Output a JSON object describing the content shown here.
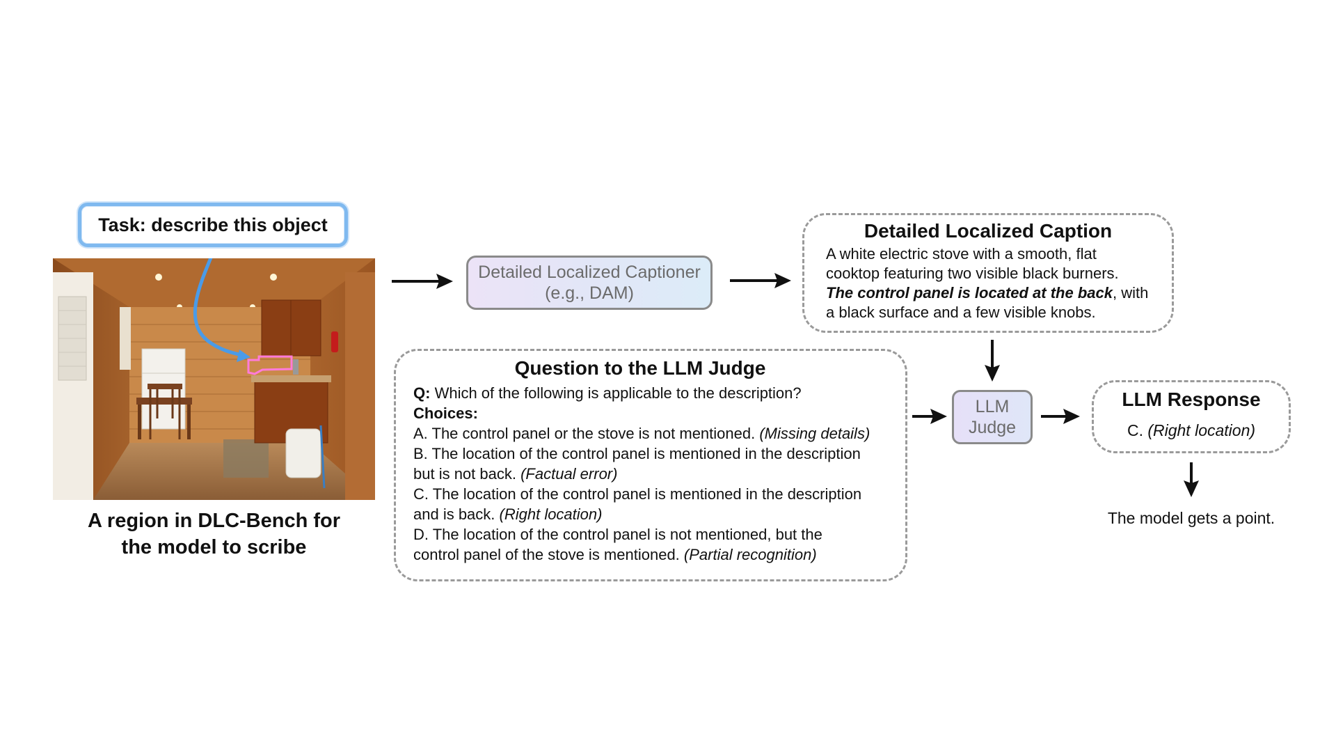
{
  "task": {
    "label": "Task: describe this object"
  },
  "region_caption": {
    "line1": "A region in DLC-Bench for",
    "line2": "the model to scribe"
  },
  "captioner": {
    "line1": "Detailed Localized Captioner",
    "line2": "(e.g., DAM)"
  },
  "caption": {
    "title": "Detailed Localized Caption",
    "line1": "A white electric stove with a smooth, flat",
    "line2": "cooktop featuring two visible black burners.",
    "line3_emph": "The control panel is located at the back",
    "line3_rest": ", with",
    "line4": "a black surface and a few visible knobs."
  },
  "question": {
    "title": "Question to the LLM Judge",
    "q_prefix": "Q:",
    "q_text": " Which of the following is applicable to the description?",
    "choices_label": "Choices:",
    "a_text": "A. The control panel or the stove is not mentioned. ",
    "a_tag": "(Missing details)",
    "b_line1": "B. The location of the control panel is mentioned in the description",
    "b_line2": "but is not back. ",
    "b_tag": "(Factual error)",
    "c_line1": "C. The location of the control panel is mentioned in the description",
    "c_line2": "and is back. ",
    "c_tag": "(Right location)",
    "d_line1": "D. The location of the control panel is not mentioned, but the",
    "d_line2": "control panel of the stove is mentioned. ",
    "d_tag": "(Partial recognition)"
  },
  "judge": {
    "line1": "LLM",
    "line2": "Judge"
  },
  "response": {
    "title": "LLM Response",
    "prefix": "C. ",
    "value": "(Right location)"
  },
  "result": {
    "text": "The model gets a point."
  },
  "colors": {
    "task_border": "#7fb9ef",
    "pointer_arrow": "#4a9be8",
    "mask_outline": "#ff7bd9",
    "dashed_border": "#9a9a9a"
  }
}
